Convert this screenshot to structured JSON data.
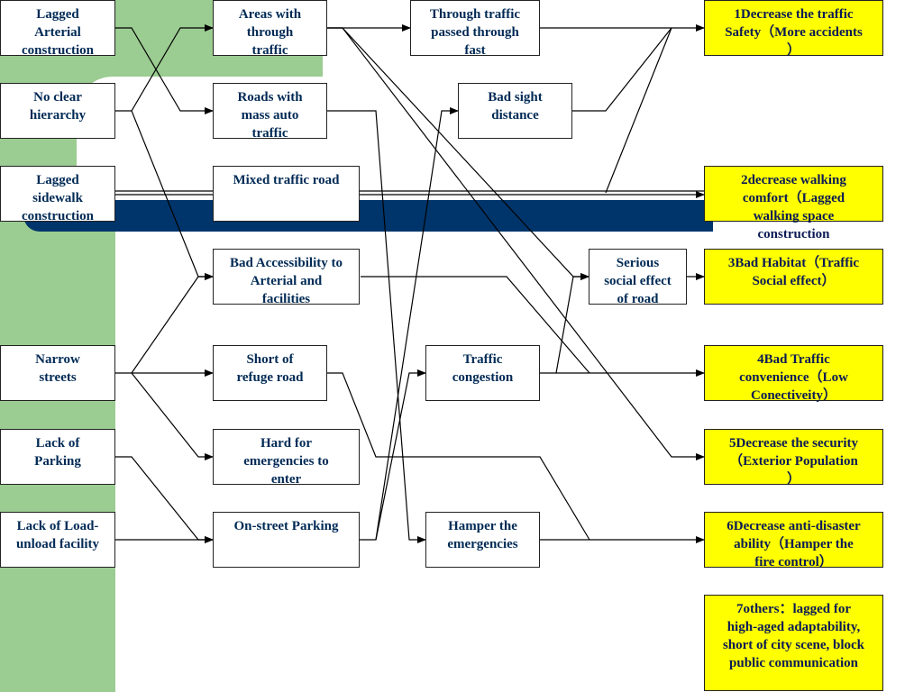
{
  "boxes": {
    "lagged_arterial": "Lagged\nArterial\nconstruction",
    "no_clear_hierarchy": "No clear\nhierarchy",
    "lagged_sidewalk": "Lagged\nsidewalk\nconstruction",
    "narrow_streets": "Narrow\nstreets",
    "lack_parking": "Lack of\nParking",
    "lack_loadunload": "Lack of Load-\nunload facility",
    "areas_through_traffic": "Areas with\nthrough\ntraffic",
    "roads_mass_auto": "Roads with\nmass auto\ntraffic",
    "mixed_traffic_road": "Mixed traffic road",
    "bad_accessibility": "Bad Accessibility to\nArterial and\nfacilities",
    "short_refuge_road": "Short of\nrefuge road",
    "hard_emergencies": "Hard for\nemergencies to\nenter",
    "onstreet_parking": "On-street Parking",
    "through_traffic_passed": "Through traffic\npassed through\nfast",
    "bad_sight_distance": "Bad sight\ndistance",
    "traffic_congestion": "Traffic\ncongestion",
    "hamper_emergencies": "Hamper the\nemergencies",
    "serious_social_effect": "Serious\nsocial effect\nof road",
    "result1": "1Decrease the traffic\nSafety（More accidents\n）",
    "result2": "2decrease walking\ncomfort（Lagged\nwalking space\nconstruction",
    "result3": "3Bad Habitat（Traffic\nSocial effect）",
    "result4": "4Bad Traffic\nconvenience（Low\nConectiveity）",
    "result5": "5Decrease the security\n（Exterior Population\n）",
    "result6": "6Decrease anti-disaster\nability（Hamper the\nfire control）",
    "result7": "7others：lagged for\nhigh-aged adaptability,\nshort of city scene, block\npublic communication"
  },
  "colors": {
    "result_fill": "#ffff00",
    "text": "#002a55",
    "band": "#00356b",
    "green_background": "#9bcc91"
  }
}
